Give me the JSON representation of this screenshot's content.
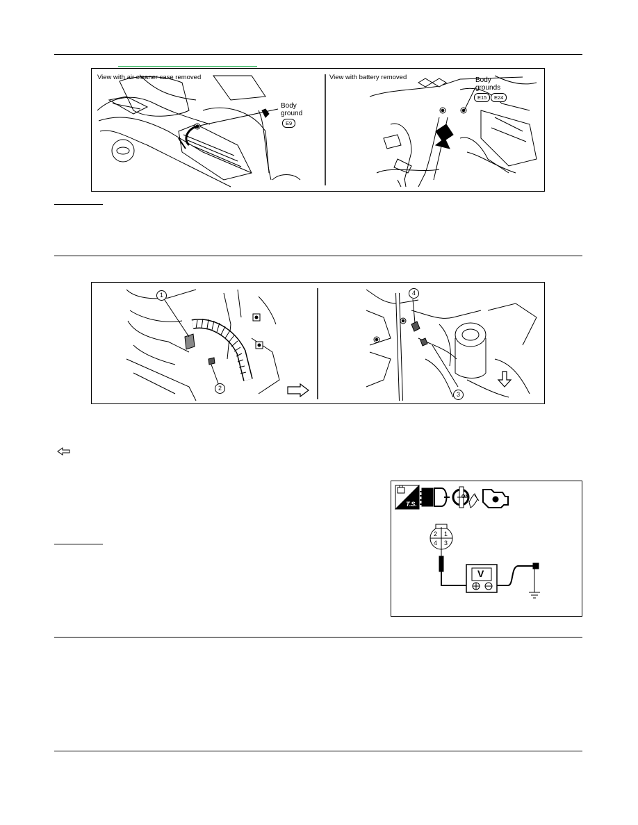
{
  "figures": {
    "grounds": {
      "left_caption": "View with air cleaner case removed",
      "right_caption": "View with battery removed",
      "left_callout": [
        "Body",
        "ground"
      ],
      "left_badge": "E9",
      "right_callout": [
        "Body",
        "grounds"
      ],
      "right_badges": [
        "E15",
        "E24"
      ]
    },
    "sensor_location": {
      "callouts": [
        "1",
        "2",
        "3",
        "4"
      ]
    },
    "voltage_check": {
      "ts_label": "T.S.",
      "on_label": "ON",
      "connector_pins": [
        "2",
        "1",
        "4",
        "3"
      ],
      "meter_label": "V"
    }
  },
  "icons": {
    "left_arrow": "left-arrow-outline-icon",
    "right_arrow": "right-arrow-outline-icon",
    "down_arrow": "down-arrow-outline-icon"
  },
  "colors": {
    "link_underline": "#2fb35a"
  }
}
